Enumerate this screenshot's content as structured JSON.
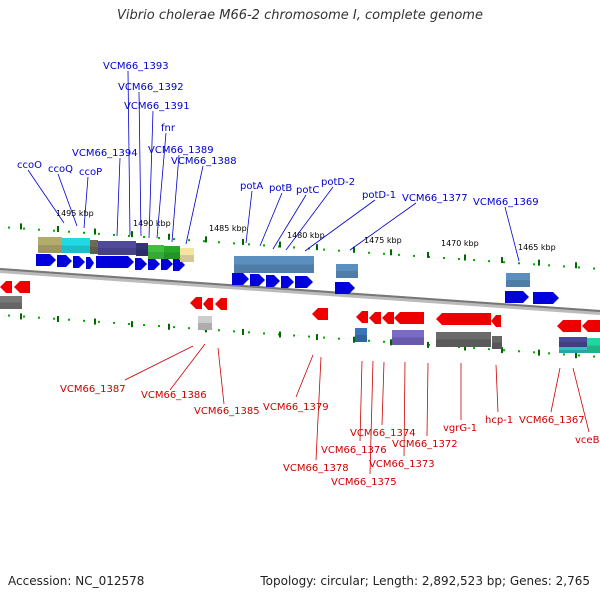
{
  "title": "Vibrio cholerae M66-2 chromosome I, complete genome",
  "footer": {
    "accession": "Accession: NC_012578",
    "summary": "Topology: circular; Length: 2,892,523 bp; Genes: 2,765"
  },
  "colors": {
    "forward_gene": "#0000dd",
    "reverse_gene": "#ee0000",
    "forward_label": "#0000cc",
    "reverse_label": "#cc0000",
    "backbone": "#888888",
    "tick": "#00aa00",
    "scale_tick": "#006600"
  },
  "scale_labels": [
    "1495 kbp",
    "1490 kbp",
    "1485 kbp",
    "1480 kbp",
    "1475 kbp",
    "1470 kbp",
    "1465 kbp"
  ],
  "forward_labels": [
    "ccoO",
    "ccoQ",
    "ccoP",
    "VCM66_1394",
    "VCM66_1393",
    "VCM66_1392",
    "VCM66_1391",
    "fnr",
    "VCM66_1389",
    "VCM66_1388",
    "potA",
    "potB",
    "potC",
    "potD-2",
    "potD-1",
    "VCM66_1377",
    "VCM66_1369"
  ],
  "reverse_labels": [
    "VCM66_1387",
    "VCM66_1386",
    "VCM66_1385",
    "VCM66_1379",
    "VCM66_1378",
    "VCM66_1376",
    "VCM66_1375",
    "VCM66_1374",
    "VCM66_1373",
    "VCM66_1372",
    "vgrG-1",
    "hcp-1",
    "VCM66_1367",
    "vceB"
  ]
}
